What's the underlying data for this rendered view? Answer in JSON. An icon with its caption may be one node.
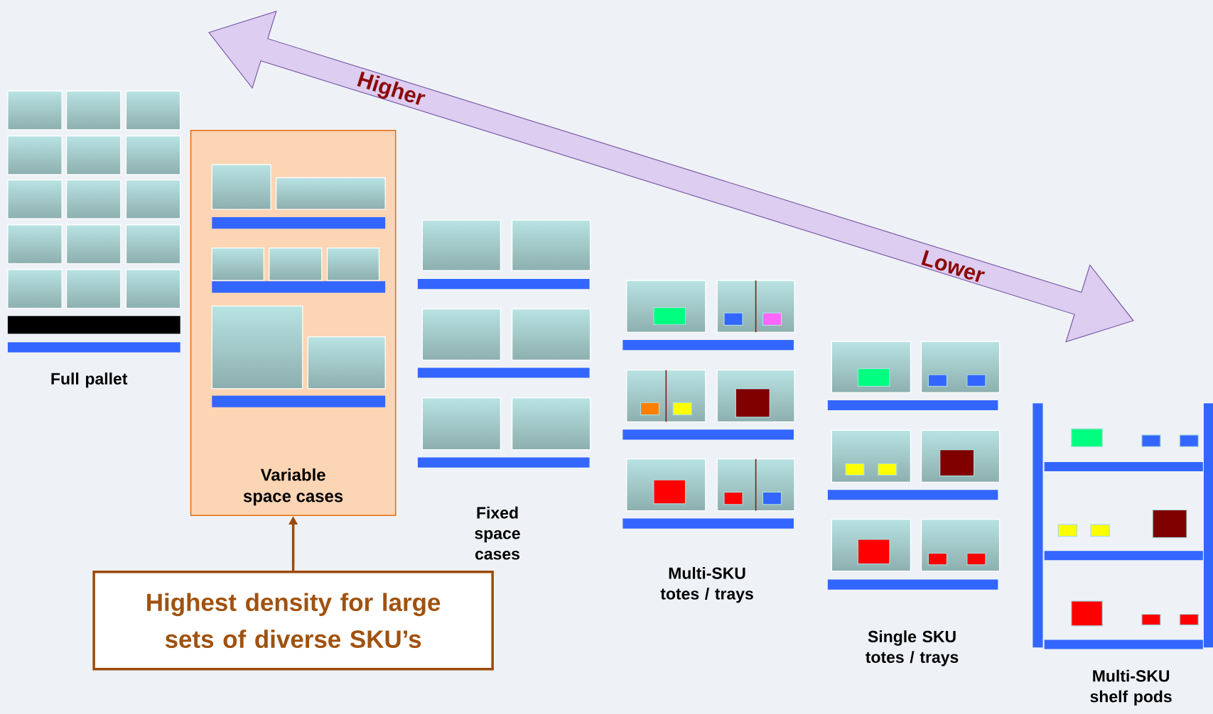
{
  "diagram": {
    "nodes": [
      {
        "text": [
          "Variable space cases"
        ]
      },
      {
        "text": [
          "Highest density for large sets of diverse SKU’s"
        ]
      }
    ],
    "edges": [
      {
        "from": 1,
        "to": 0,
        "arrow": "to"
      }
    ],
    "labels": [
      "Higher",
      "Lower",
      "Full pallet",
      "Fixed space cases",
      "Multi-SKU totes / trays",
      "Single SKU totes / trays",
      "Multi-SKU shelf pods"
    ]
  }
}
